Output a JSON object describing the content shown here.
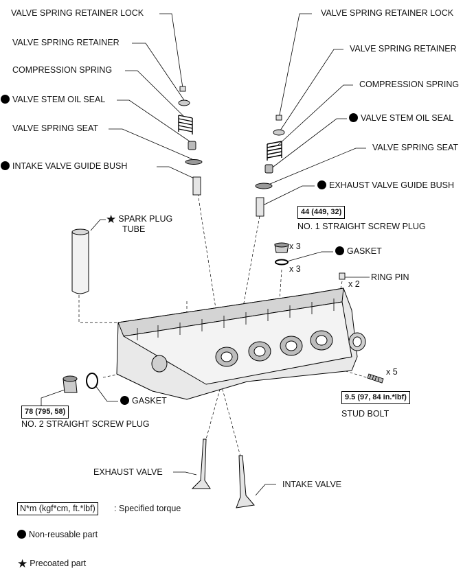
{
  "labels": {
    "left_retainer_lock": "VALVE SPRING RETAINER LOCK",
    "left_retainer": "VALVE SPRING RETAINER",
    "left_compression_spring": "COMPRESSION SPRING",
    "left_stem_oil_seal": "VALVE STEM OIL SEAL",
    "left_spring_seat": "VALVE SPRING SEAT",
    "intake_guide_bush": "INTAKE VALVE GUIDE BUSH",
    "spark_plug_tube_1": "SPARK PLUG",
    "spark_plug_tube_2": "TUBE",
    "right_retainer_lock": "VALVE SPRING RETAINER LOCK",
    "right_retainer": "VALVE SPRING RETAINER",
    "right_compression_spring": "COMPRESSION SPRING",
    "right_stem_oil_seal": "VALVE STEM OIL SEAL",
    "right_spring_seat": "VALVE SPRING SEAT",
    "exhaust_guide_bush": "EXHAUST VALVE GUIDE BUSH",
    "no1_plug": "NO. 1 STRAIGHT SCREW PLUG",
    "x3_plug": "x 3",
    "gasket_right": "GASKET",
    "x3_gasket": "x 3",
    "ring_pin": "RING PIN",
    "x2_ring_pin": "x 2",
    "x5_stud": "x 5",
    "stud_bolt": "STUD BOLT",
    "gasket_left": "GASKET",
    "no2_plug": "NO. 2 STRAIGHT SCREW PLUG",
    "exhaust_valve": "EXHAUST VALVE",
    "intake_valve": "INTAKE VALVE"
  },
  "torques": {
    "no1_plug": "44 (449, 32)",
    "stud_bolt": "9.5 (97, 84 in.*lbf)",
    "no2_plug": "78 (795, 58)"
  },
  "legend": {
    "torque_box": "N*m (kgf*cm, ft.*lbf)",
    "torque_desc": ": Specified torque",
    "non_reusable": "Non-reusable part",
    "precoated": "Precoated part"
  },
  "symbols": {
    "non_reusable": "filled-black-circle",
    "precoated": "black-star"
  }
}
